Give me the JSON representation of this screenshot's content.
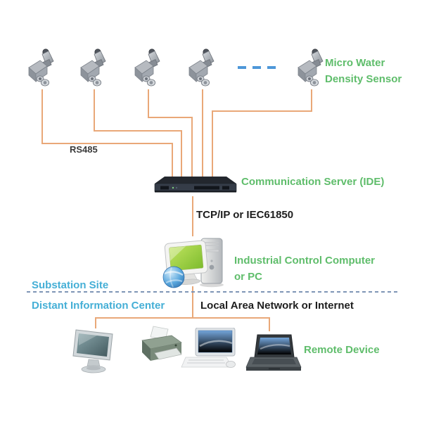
{
  "diagram": {
    "sensor_label": "Micro Water Density Sensor",
    "rs485_label": "RS485",
    "server_label": "Communication Server (IDE)",
    "tcpip_label": "TCP/IP or IEC61850",
    "computer_label": "Industrial Control Computer or PC",
    "substation_label": "Substation Site",
    "distant_label": "Distant Information Center",
    "lan_label": "Local Area Network or Internet",
    "remote_label": "Remote Device",
    "sensor_icon_count": 5,
    "colors": {
      "label_green": "#5FBD6B",
      "label_cyan": "#45AFD6",
      "wire_orange": "#E9A878",
      "ellipsis_blue": "#4E97D8",
      "site_divider_blue_gray": "#7E95B5",
      "text_black": "#1E1E1E"
    }
  }
}
